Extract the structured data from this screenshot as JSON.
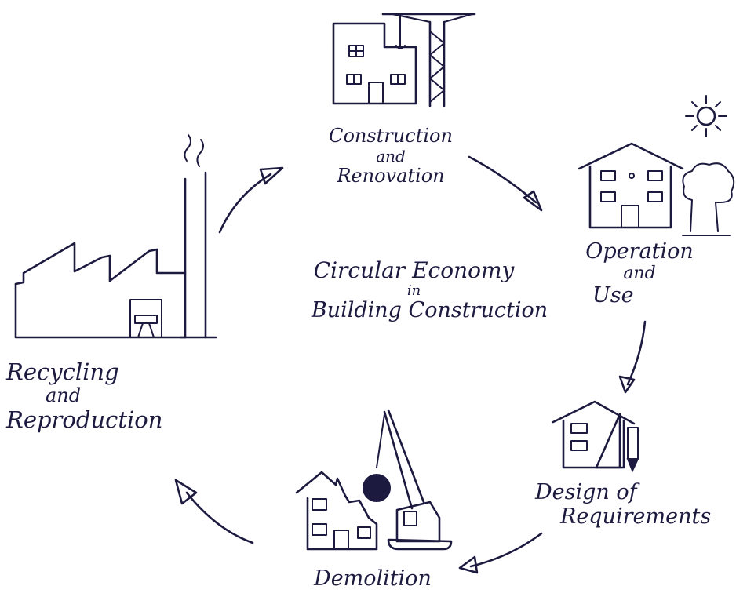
{
  "center": {
    "line1": "Circular Economy",
    "line2": "in",
    "line3": "Building Construction"
  },
  "stages": {
    "construction": {
      "line1": "Construction",
      "line2": "and",
      "line3": "Renovation"
    },
    "operation": {
      "line1": "Operation",
      "line2": "and",
      "line3": "Use"
    },
    "design": {
      "line1": "Design of",
      "line2": "Requirements"
    },
    "demolition": {
      "line1": "Demolition"
    },
    "recycling": {
      "line1": "Recycling",
      "line2": "and",
      "line3": "Reproduction"
    }
  },
  "colors": {
    "ink": "#1d1a40",
    "background": "#ffffff"
  }
}
